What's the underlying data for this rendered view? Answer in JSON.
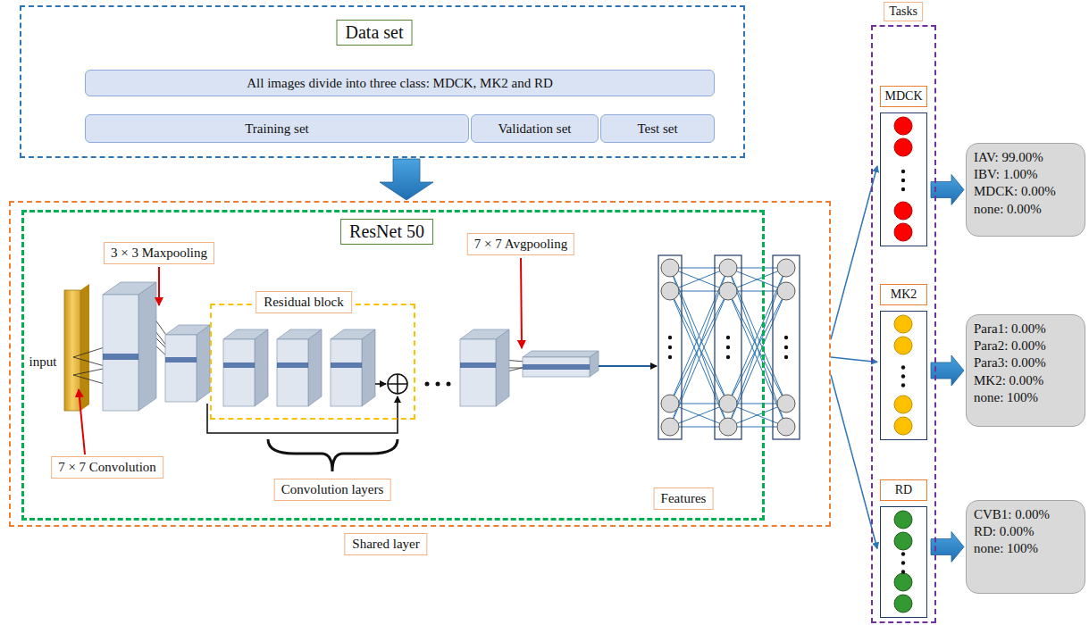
{
  "diagram": {
    "nodes": [
      {
        "text": [
          "Data set"
        ]
      },
      {
        "text": [
          "All images divide into three class: MDCK, MK2 and RD"
        ],
        "in": 0
      },
      {
        "text": [
          "Training set"
        ],
        "in": 0
      },
      {
        "text": [
          "Validation set"
        ],
        "in": 0
      },
      {
        "text": [
          "Test set"
        ],
        "in": 0
      },
      {
        "text": [
          "Shared layer"
        ]
      },
      {
        "text": [
          "ResNet 50"
        ],
        "in": 5
      },
      {
        "text": [
          "Residual block"
        ],
        "in": 6
      },
      {
        "text": [
          "Tasks"
        ]
      },
      {
        "text": [
          "MDCK"
        ],
        "in": 8
      },
      {
        "text": [
          "MK2"
        ],
        "in": 8
      },
      {
        "text": [
          "RD"
        ],
        "in": 8
      },
      {
        "text": [
          "IAV: 99.00%",
          "IBV: 1.00%",
          "MDCK: 0.00%",
          "none: 0.00%"
        ]
      },
      {
        "text": [
          "Para1: 0.00%",
          "Para2: 0.00%",
          "Para3: 0.00%",
          "MK2: 0.00%",
          "none: 100%"
        ]
      },
      {
        "text": [
          "CVB1: 0.00%",
          "RD: 0.00%",
          "none: 100%"
        ]
      }
    ],
    "edges": [
      {
        "from": 0,
        "to": 5,
        "arrow": "to"
      },
      {
        "from": 5,
        "to": 9,
        "arrow": "to"
      },
      {
        "from": 5,
        "to": 10,
        "arrow": "to"
      },
      {
        "from": 5,
        "to": 11,
        "arrow": "to"
      },
      {
        "from": 9,
        "to": 12,
        "arrow": "to"
      },
      {
        "from": 10,
        "to": 13,
        "arrow": "to"
      },
      {
        "from": 11,
        "to": 14,
        "arrow": "to"
      }
    ],
    "labels": [
      "3 × 3 Maxpooling",
      "7 × 7 Avgpooling",
      "input",
      "7 × 7 Convolution",
      "Convolution layers",
      "Features"
    ]
  }
}
